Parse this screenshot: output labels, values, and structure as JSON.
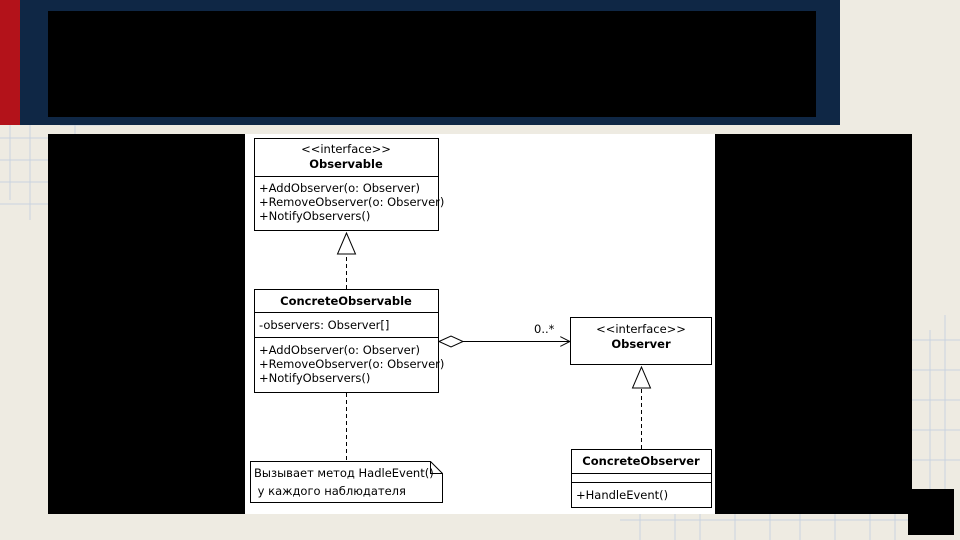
{
  "diagram": {
    "observable": {
      "stereotype": "<<interface>>",
      "name": "Observable",
      "methods": [
        "+AddObserver(o: Observer)",
        "+RemoveObserver(o: Observer)",
        "+NotifyObservers()"
      ]
    },
    "concrete_observable": {
      "name": "ConcreteObservable",
      "fields": [
        "-observers: Observer[]"
      ],
      "methods": [
        "+AddObserver(o: Observer)",
        "+RemoveObserver(o: Observer)",
        "+NotifyObservers()"
      ]
    },
    "observer": {
      "stereotype": "<<interface>>",
      "name": "Observer"
    },
    "concrete_observer": {
      "name": "ConcreteObserver",
      "methods": [
        "+HandleEvent()"
      ]
    },
    "association": {
      "multiplicity": "0..*"
    },
    "note": {
      "lines": [
        "Вызывает метод HadleEvent()",
        " у каждого наблюдателя"
      ]
    }
  }
}
